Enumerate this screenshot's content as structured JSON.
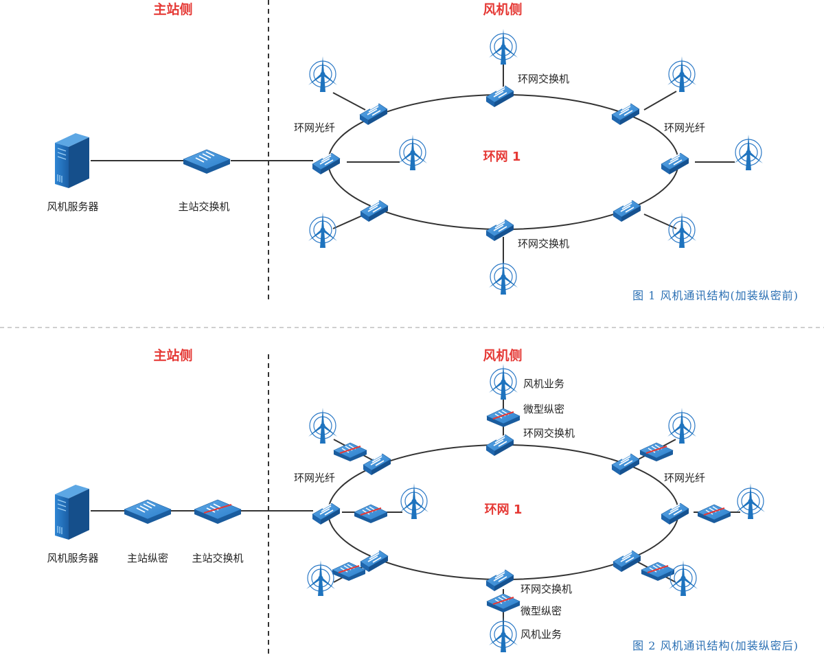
{
  "colors": {
    "accent_red": "#e53935",
    "icon_blue": "#1e73be",
    "caption_blue": "#2a6fb3",
    "line": "#333333"
  },
  "icons": {
    "server": "server-icon",
    "switch": "network-switch-icon",
    "encryptor": "encryption-device-icon",
    "turbine": "wind-turbine-icon"
  },
  "figure1": {
    "master_side_title": "主站侧",
    "turbine_side_title": "风机侧",
    "ring_label": "环网 1",
    "server_label": "风机服务器",
    "master_switch_label": "主站交换机",
    "ring_switch_label_top": "环网交换机",
    "ring_switch_label_bottom": "环网交换机",
    "fiber_label_left": "环网光纤",
    "fiber_label_right": "环网光纤",
    "caption": "图 1  风机通讯结构(加装纵密前)"
  },
  "figure2": {
    "master_side_title": "主站侧",
    "turbine_side_title": "风机侧",
    "ring_label": "环网 1",
    "server_label": "风机服务器",
    "master_encryptor_label": "主站纵密",
    "master_switch_label": "主站交换机",
    "turbine_service_top": "风机业务",
    "micro_encryptor_top": "微型纵密",
    "ring_switch_label_top": "环网交换机",
    "ring_switch_label_bottom": "环网交换机",
    "micro_encryptor_bottom": "微型纵密",
    "turbine_service_bottom": "风机业务",
    "fiber_label_left": "环网光纤",
    "fiber_label_right": "环网光纤",
    "caption": "图 2  风机通讯结构(加装纵密后)"
  }
}
